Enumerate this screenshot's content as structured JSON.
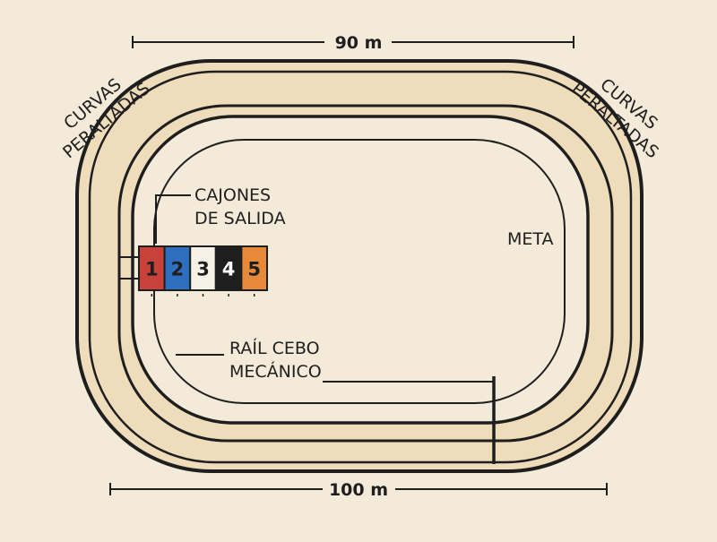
{
  "colors": {
    "background": "#f4ead9",
    "track": "#eedcbb",
    "line": "#1e1e1e",
    "box_1": "#c8413a",
    "box_2": "#2f6fc0",
    "box_3": "#f7f2e8",
    "box_4": "#1e1e1e",
    "box_5": "#e68a3a"
  },
  "dimensions": {
    "top": "90 m",
    "bottom": "100 m"
  },
  "labels": {
    "banked_left_line1": "CURVAS",
    "banked_left_line2": "PERALTADAS",
    "banked_right_line1": "CURVAS",
    "banked_right_line2": "PERALTADAS",
    "boxes_line1": "CAJONES",
    "boxes_line2": "DE SALIDA",
    "finish": "META",
    "rail_line1": "RAÍL CEBO",
    "rail_line2": "MECÁNICO"
  },
  "starting_boxes": [
    {
      "number": "1",
      "color": "#c8413a",
      "text_color": "#1e1e1e"
    },
    {
      "number": "2",
      "color": "#2f6fc0",
      "text_color": "#1e1e1e"
    },
    {
      "number": "3",
      "color": "#f7f2e8",
      "text_color": "#1e1e1e"
    },
    {
      "number": "4",
      "color": "#1e1e1e",
      "text_color": "#ffffff"
    },
    {
      "number": "5",
      "color": "#e68a3a",
      "text_color": "#1e1e1e"
    }
  ]
}
